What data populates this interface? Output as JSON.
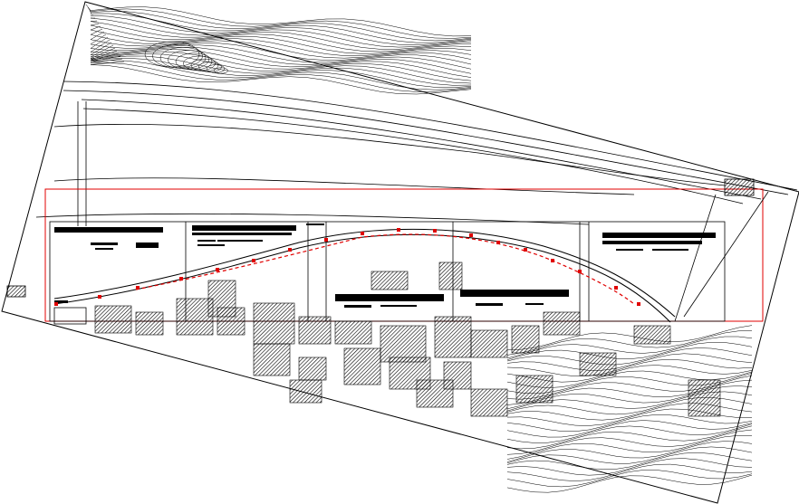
{
  "drawing": {
    "description_visible_text": "",
    "colors": {
      "background": "#ffffff",
      "linework": "#000000",
      "alignment": "#e00000",
      "viewport_frame": "#e00000"
    },
    "legend_blocks_count": 5,
    "icon_semantics": [
      "contour-lines",
      "hatched-buildings",
      "road-alignment",
      "survey-points"
    ]
  }
}
